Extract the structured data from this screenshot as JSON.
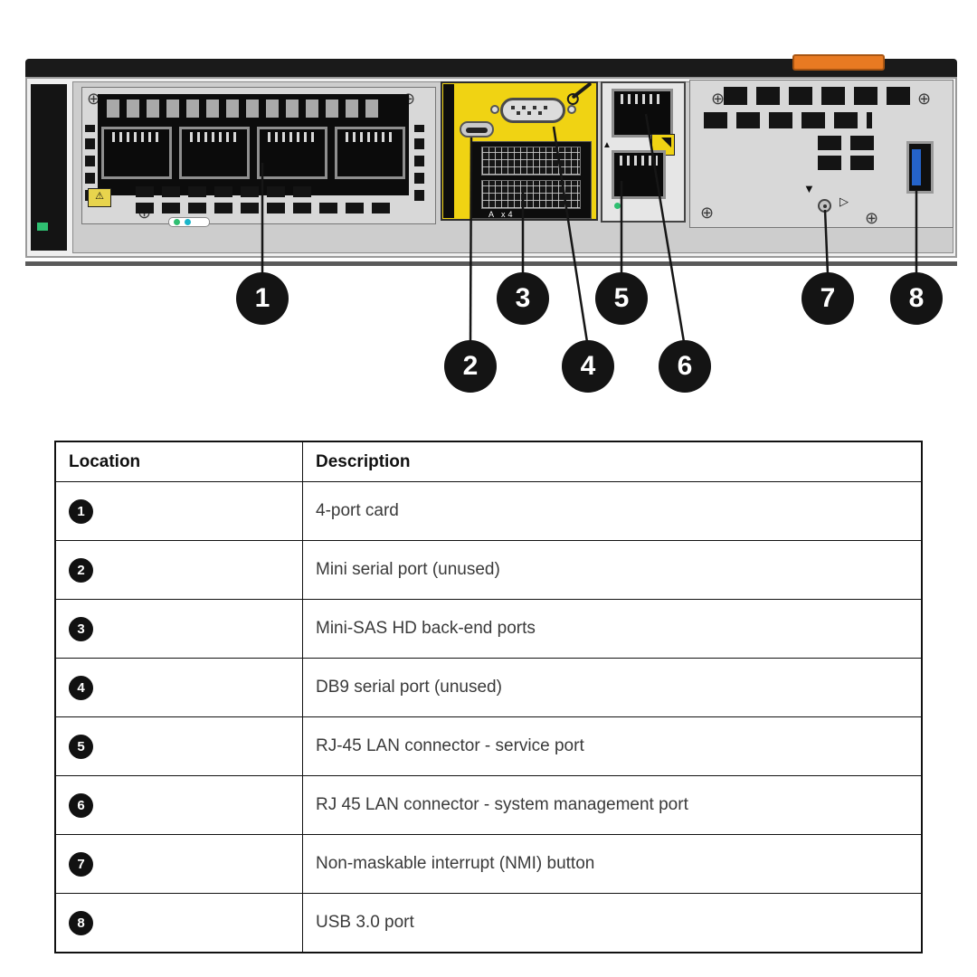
{
  "diagram": {
    "callouts": [
      {
        "number": "1"
      },
      {
        "number": "2"
      },
      {
        "number": "3"
      },
      {
        "number": "4"
      },
      {
        "number": "5"
      },
      {
        "number": "6"
      },
      {
        "number": "7"
      },
      {
        "number": "8"
      }
    ],
    "labels": {
      "sas": "A    x4"
    },
    "icons": {
      "screw": "⊕",
      "warning": "⚠",
      "triangle_down": "▼",
      "triangle_right": "▷",
      "triangle_up": "▲"
    }
  },
  "table": {
    "headers": {
      "location": "Location",
      "description": "Description"
    },
    "rows": [
      {
        "location": "1",
        "description": "4-port card"
      },
      {
        "location": "2",
        "description": "Mini serial port (unused)"
      },
      {
        "location": "3",
        "description": "Mini-SAS HD back-end ports"
      },
      {
        "location": "4",
        "description": "DB9 serial port (unused)"
      },
      {
        "location": "5",
        "description": "RJ-45 LAN connector - service port"
      },
      {
        "location": "6",
        "description": "RJ 45 LAN connector - system management port"
      },
      {
        "location": "7",
        "description": "Non-maskable interrupt (NMI) button"
      },
      {
        "location": "8",
        "description": "USB 3.0 port"
      }
    ]
  },
  "colors": {
    "callout_black": "#141414",
    "module_yellow": "#f0d313",
    "clip_orange": "#e87a22",
    "usb_blue": "#2563c9",
    "led_green": "#2fbf71"
  }
}
